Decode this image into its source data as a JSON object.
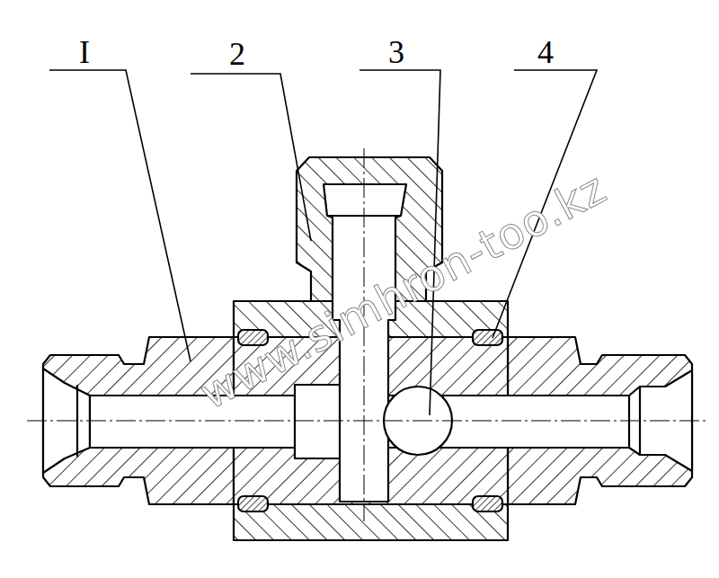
{
  "diagram": {
    "labels": [
      "I",
      "2",
      "3",
      "4",
      "www.simhron-too.kz"
    ]
  }
}
